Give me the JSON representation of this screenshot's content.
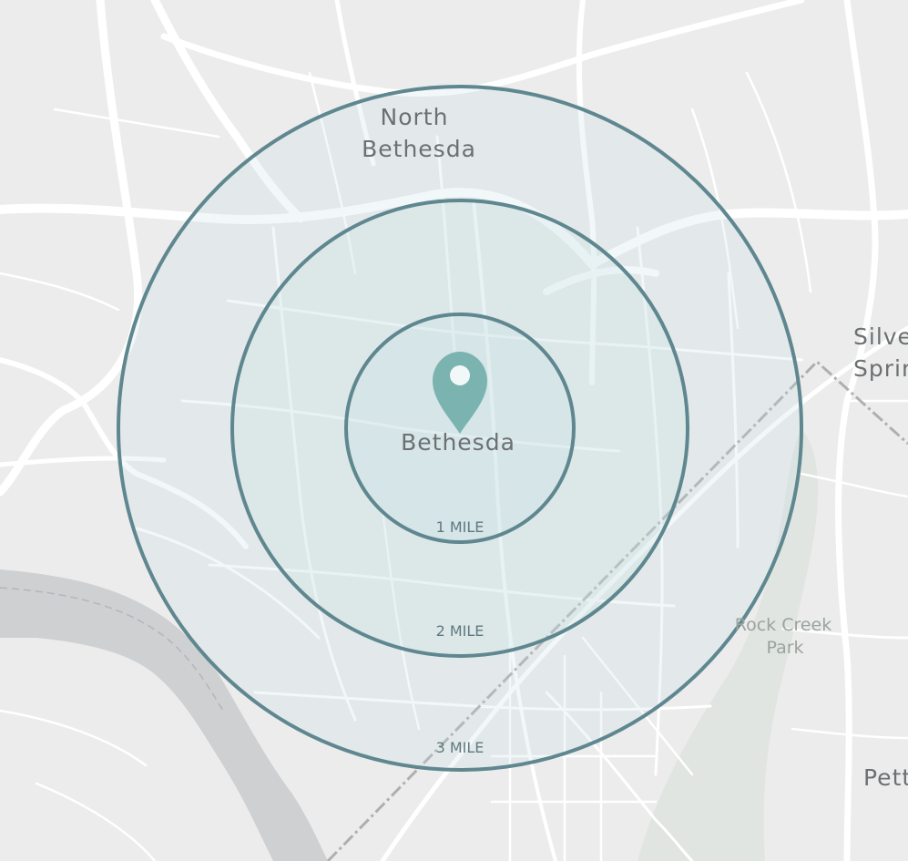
{
  "map": {
    "places": {
      "north_bethesda_line1": "North",
      "north_bethesda_line2": "Bethesda",
      "bethesda": "Bethesda",
      "silver_spring_line1": "Silve",
      "silver_spring_line2": "Sprin",
      "rock_creek_line1": "Rock Creek",
      "rock_creek_line2": "Park",
      "petworth": "Pett"
    },
    "rings": [
      {
        "label": "1 MILE",
        "miles": 1
      },
      {
        "label": "2 MILE",
        "miles": 2
      },
      {
        "label": "3 MILE",
        "miles": 3
      }
    ],
    "marker": {
      "icon": "map-pin-icon",
      "color": "#7ab3b0"
    },
    "colors": {
      "background": "#ececec",
      "roads": "#ffffff",
      "water": "#c9cbce",
      "park": "#dfe3df",
      "ring_stroke": "#5f8790",
      "ring_fill": "#c2e0e3",
      "boundary": "#a8a8a8"
    }
  }
}
